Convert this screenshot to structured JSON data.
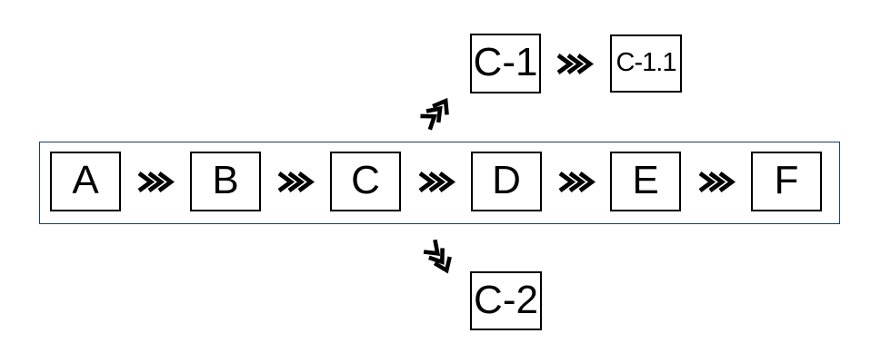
{
  "diagram": {
    "background": "#ffffff",
    "container": {
      "border_color": "#1f3a64"
    },
    "node_style": {
      "border_color": "#000000",
      "text_color": "#000000"
    },
    "main_flow": {
      "items": [
        "A",
        "B",
        "C",
        "D",
        "E",
        "F"
      ]
    },
    "upper_branch": {
      "items": [
        "C-1",
        "C-1.1"
      ]
    },
    "lower_branch": {
      "items": [
        "C-2"
      ]
    },
    "icons": {
      "step_connector": "triple-chevron-right",
      "branch_up_connector": "curved-triple-chevron-up-right",
      "branch_down_connector": "curved-triple-chevron-down-right"
    }
  }
}
